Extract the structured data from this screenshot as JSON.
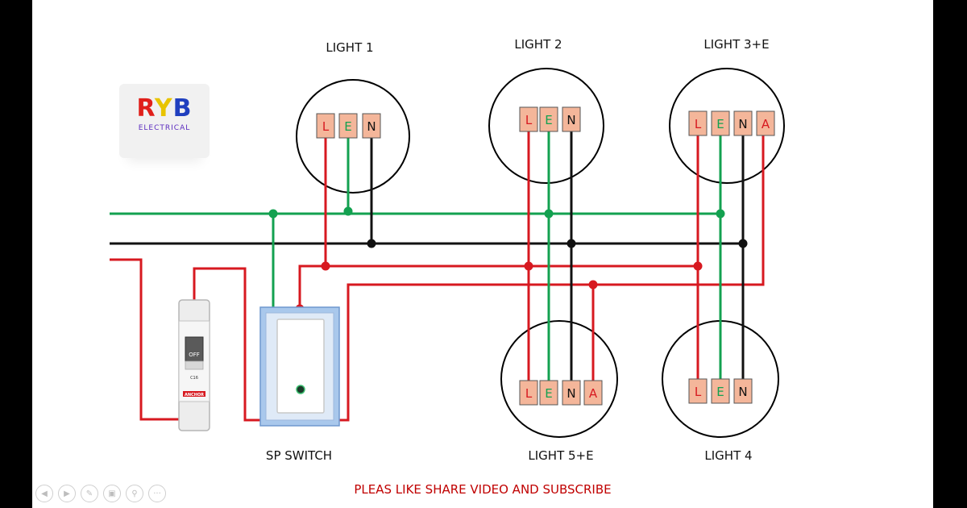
{
  "logo": {
    "letters": [
      "R",
      "Y",
      "B"
    ],
    "letter_colors": [
      "#e0201b",
      "#e8c400",
      "#1f3fbf"
    ],
    "subtitle": "ELECTRICAL"
  },
  "lights": [
    {
      "label": "LIGHT 1",
      "terminals": [
        "L",
        "E",
        "N"
      ]
    },
    {
      "label": "LIGHT 2",
      "terminals": [
        "L",
        "E",
        "N"
      ]
    },
    {
      "label": "LIGHT 3+E",
      "terminals": [
        "L",
        "E",
        "N",
        "A"
      ]
    },
    {
      "label": "LIGHT 5+E",
      "terminals": [
        "L",
        "E",
        "N",
        "A"
      ]
    },
    {
      "label": "LIGHT 4",
      "terminals": [
        "L",
        "E",
        "N"
      ]
    }
  ],
  "switch": {
    "label": "SP SWITCH"
  },
  "breaker": {
    "off_label": "OFF",
    "rating": "C16",
    "brand": "ANCHOR"
  },
  "footer": {
    "subscribe": "PLEAS LIKE SHARE VIDEO AND SUBSCRIBE"
  },
  "colors": {
    "live": "#d71920",
    "earth": "#13a150",
    "neutral": "#111111",
    "terminal_fill": "#f4b69a",
    "terminal_text": {
      "L": "#d71920",
      "E": "#13a150",
      "N": "#111111",
      "A": "#d71920"
    }
  },
  "player_controls": [
    "prev-icon",
    "next-icon",
    "pen-icon",
    "slides-icon",
    "zoom-icon",
    "more-icon"
  ]
}
